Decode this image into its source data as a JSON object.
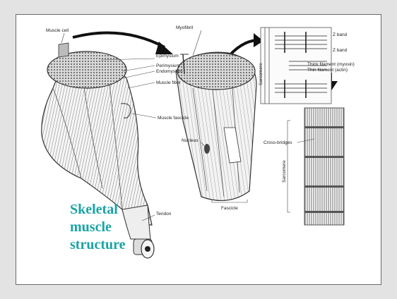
{
  "title_lines": [
    "Skeletal",
    "muscle",
    "structure"
  ],
  "labels": {
    "muscle_cell": "Muscle cell",
    "epimysium": "Epimysium",
    "perimysium": "Perimysium",
    "endomysium": "Endomysium",
    "muscle_fiber": "Muscle fiber",
    "muscle_fascicle": "Muscle fascicle",
    "tendon": "Tendon",
    "myofibril": "Myofibril",
    "nucleus": "Nucleus",
    "fascicle": "Fascicle",
    "sarcomere": "Sarcomere",
    "z_band_top": "Z band",
    "z_band_bottom": "Z band",
    "thick_filament": "Thick filament (myosin)",
    "thin_filament": "Thin filament (actin)",
    "cross_bridges": "Cross-bridges",
    "sarcomere_vertical": "Sarcomere"
  }
}
